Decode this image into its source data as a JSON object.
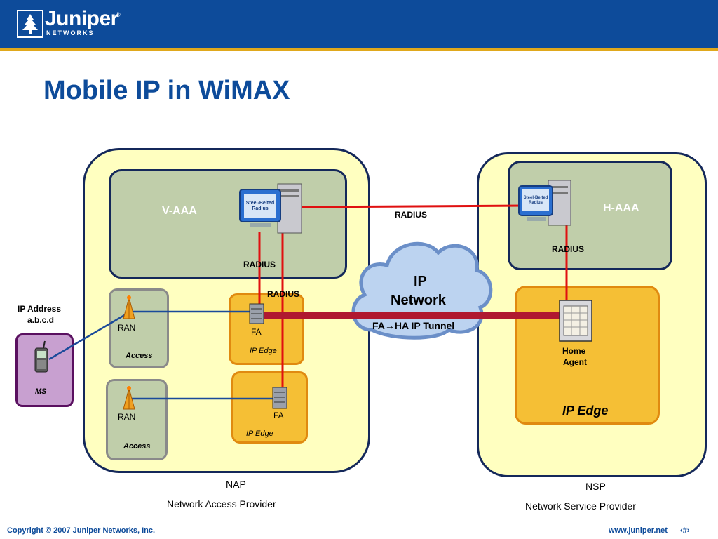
{
  "header": {
    "logo_text": "Juniper",
    "logo_subtext": "NETWORKS",
    "logo_registered": "®"
  },
  "slide": {
    "title": "Mobile IP in WiMAX"
  },
  "diagram": {
    "nap": {
      "label": "NAP",
      "description": "Network Access Provider"
    },
    "nsp": {
      "label": "NSP",
      "description": "Network Service Provider"
    },
    "v_aaa": {
      "label": "V-AAA"
    },
    "h_aaa": {
      "label": "H-AAA"
    },
    "server_badge": "Steel-Belted Radius",
    "ip_network": {
      "line1": "IP",
      "line2": "Network"
    },
    "tunnel_label": "FA→HA IP Tunnel",
    "radius_labels": [
      "RADIUS",
      "RADIUS",
      "RADIUS",
      "RADIUS"
    ],
    "ran_units": [
      {
        "name": "RAN",
        "zone": "Access"
      },
      {
        "name": "RAN",
        "zone": "Access"
      }
    ],
    "fa_units": [
      {
        "name": "FA",
        "zone": "IP Edge"
      },
      {
        "name": "FA",
        "zone": "IP Edge"
      }
    ],
    "home_agent": {
      "line1": "Home",
      "line2": "Agent",
      "zone": "IP Edge"
    },
    "ms": {
      "label": "MS",
      "address_line1": "IP Address",
      "address_line2": "a.b.c.d"
    }
  },
  "footer": {
    "copyright": "Copyright © 2007 Juniper Networks, Inc.",
    "url": "www.juniper.net",
    "page": "‹#›"
  },
  "colors": {
    "header_blue": "#0d4b9a",
    "accent_gold": "#e0a81c",
    "outer_fill": "#ffffc0",
    "aaa_fill": "#c0ceaa",
    "edge_fill": "#f5bf35",
    "edge_border": "#e08a10",
    "ms_fill": "#c8a0d0",
    "radius_red": "#e01010",
    "tunnel_red": "#b01830",
    "link_blue": "#1a4a9a"
  }
}
